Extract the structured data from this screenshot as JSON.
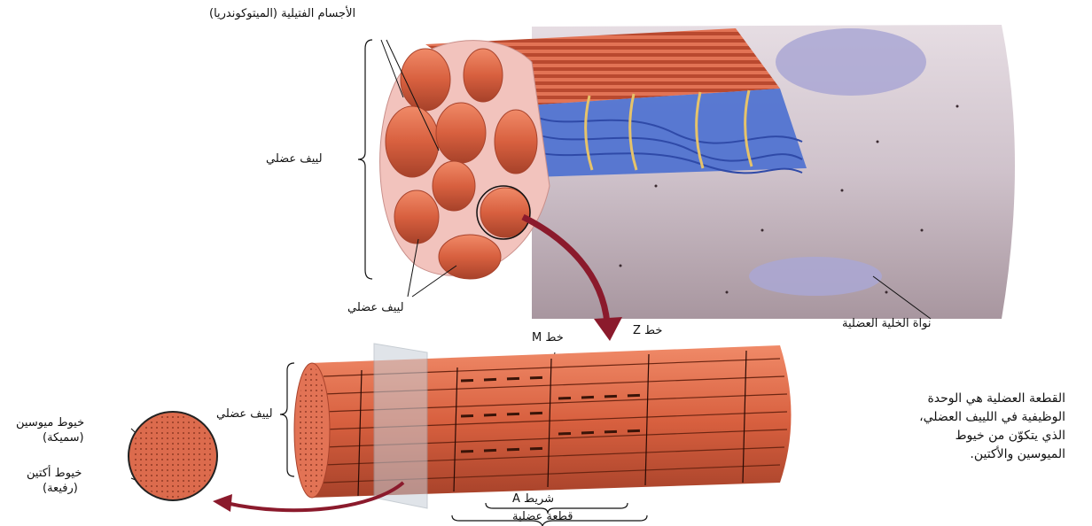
{
  "labels": {
    "mitochondria": "الأجسام الفتيلية (الميتوكوندريا)",
    "myofibril_bracket": "لييف عضلي",
    "myofibril_pointer": "لييف عضلي",
    "nucleus": "نواة الخلية العضلية",
    "m_line": "خط M",
    "z_line": "خط Z",
    "myofibril_lower": "لييف عضلي",
    "myosin_1": "خيوط ميوسين",
    "myosin_2": "(سميكة)",
    "actin_1": "خيوط أكتين",
    "actin_2": "(رفيعة)",
    "a_band": "شريط A",
    "sarcomere": "قطعة عضلية"
  },
  "description_lines": [
    "القطعة العضلية هي الوحدة",
    "الوظيفية في اللييف العضلي،",
    "الذي يتكوّن من خيوط",
    "الميوسين والأكتين."
  ],
  "colors": {
    "muscle": "#d9684a",
    "muscle_dark": "#b94a30",
    "cell_membrane": "#b8a8b4",
    "reticulum": "#3a5fc2",
    "arrow": "#8b1a2c",
    "nucleus": "#a9a6d3"
  }
}
